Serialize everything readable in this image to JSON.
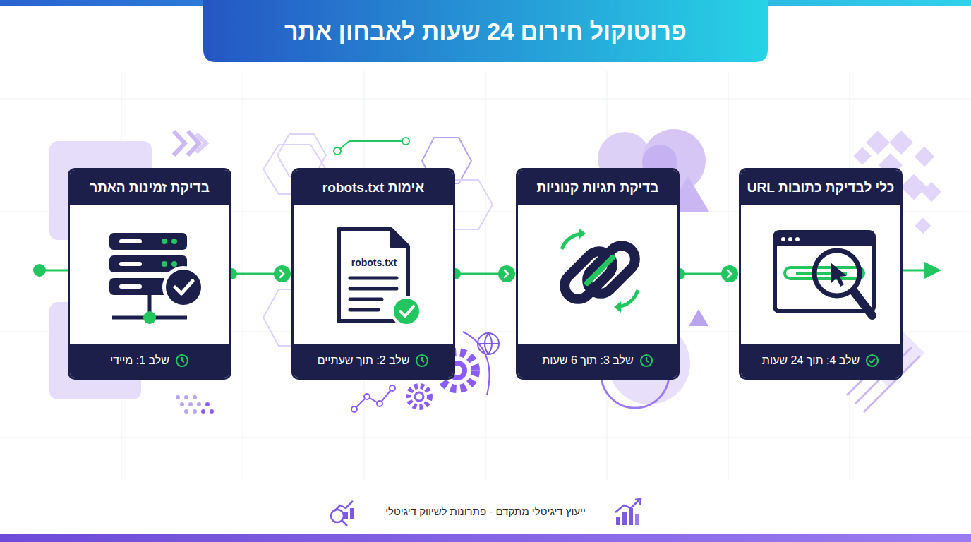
{
  "diagram": {
    "title": "פרוטוקול חירום 24 שעות לאבחון אתר",
    "caption": "ייעוץ דיגיטלי מתקדם - פתרונות לשיווק דיגיטלי",
    "nodes": [
      {
        "text": [
          "בדיקת זמינות האתר",
          "שלב 1: מיידי"
        ]
      },
      {
        "text": [
          "אימות robots.txt",
          "שלב 2: תוך שעתיים"
        ]
      },
      {
        "text": [
          "בדיקת תגיות קנוניות",
          "שלב 3: תוך 6 שעות"
        ]
      },
      {
        "text": [
          "כלי לבדיקת כתובות URL",
          "שלב 4: תוך 24 שעות"
        ]
      }
    ],
    "edges": [
      {
        "from": 0,
        "to": 1,
        "arrow": "to"
      },
      {
        "from": 1,
        "to": 2,
        "arrow": "to"
      },
      {
        "from": 2,
        "to": 3,
        "arrow": "to"
      }
    ],
    "labels": [
      "robots.txt"
    ]
  }
}
